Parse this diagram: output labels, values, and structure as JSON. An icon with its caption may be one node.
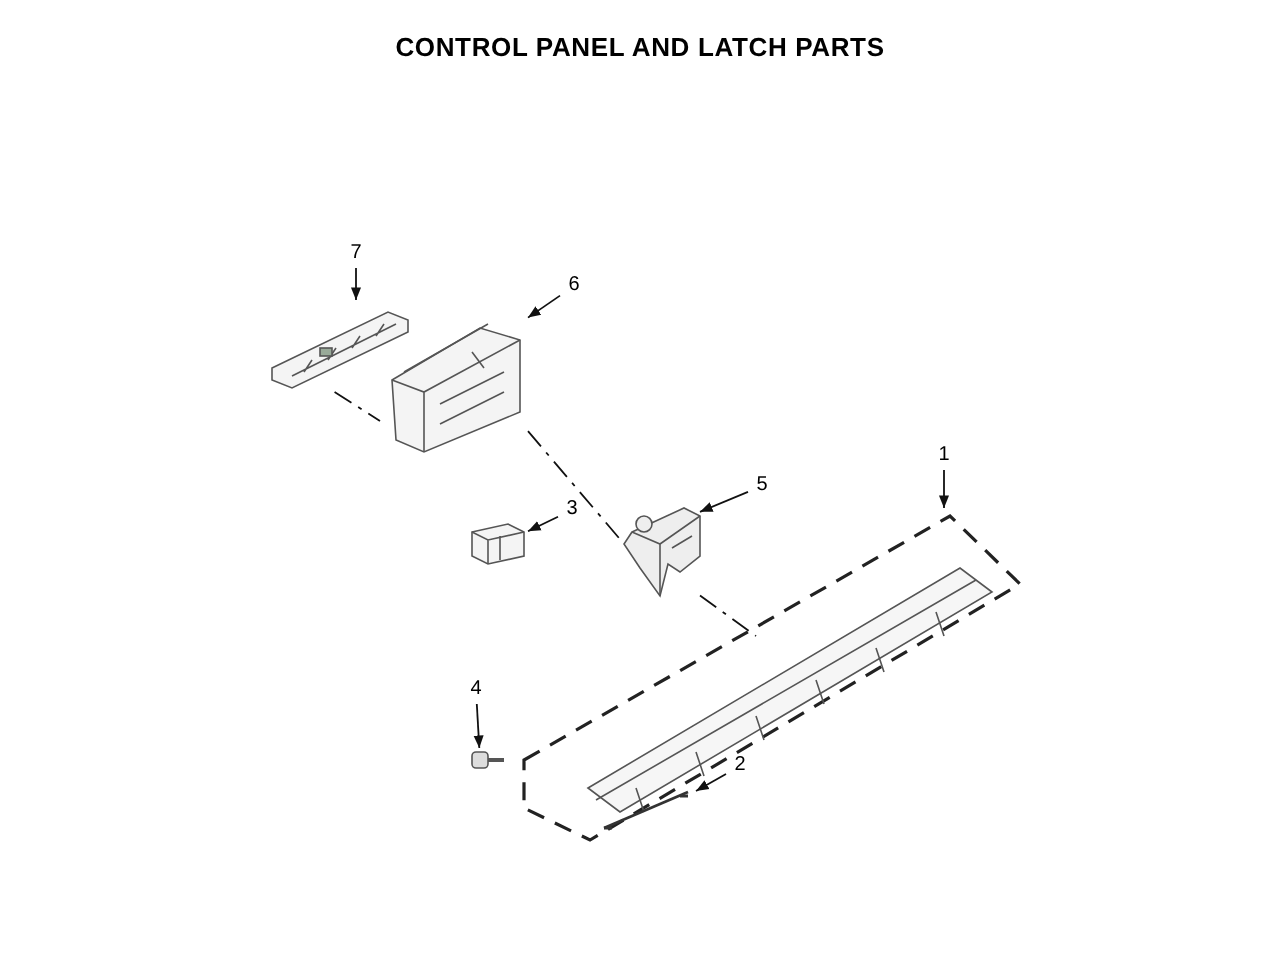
{
  "diagram": {
    "title": "CONTROL PANEL AND LATCH PARTS",
    "nodes": [
      {
        "text": [
          "7"
        ]
      },
      {
        "text": [],
        "shape": "picture"
      },
      {
        "text": [
          "6"
        ]
      },
      {
        "text": [],
        "shape": "picture"
      },
      {
        "text": [
          "5"
        ]
      },
      {
        "text": [],
        "shape": "picture"
      },
      {
        "text": [
          "3"
        ]
      },
      {
        "text": [],
        "shape": "picture"
      },
      {
        "text": [
          "1"
        ]
      },
      {
        "text": [],
        "shape": "picture"
      },
      {
        "text": [
          "4"
        ]
      },
      {
        "text": [],
        "shape": "picture"
      },
      {
        "text": [
          "2"
        ]
      },
      {
        "text": [],
        "shape": "picture"
      }
    ],
    "edges": [
      {
        "from": 0,
        "to": 1,
        "arrow": "to"
      },
      {
        "from": 2,
        "to": 3,
        "arrow": "to"
      },
      {
        "from": 4,
        "to": 5,
        "arrow": "to"
      },
      {
        "from": 6,
        "to": 7,
        "arrow": "to"
      },
      {
        "from": 8,
        "to": 9,
        "arrow": "to"
      },
      {
        "from": 10,
        "to": 11,
        "arrow": "to"
      },
      {
        "from": 12,
        "to": 13,
        "arrow": "to"
      },
      {
        "from": 1,
        "to": 3,
        "arrow": "none",
        "style": "dashed"
      },
      {
        "from": 3,
        "to": 5,
        "arrow": "none",
        "style": "dashed"
      },
      {
        "from": 5,
        "to": 9,
        "arrow": "none",
        "style": "dashed"
      }
    ]
  }
}
